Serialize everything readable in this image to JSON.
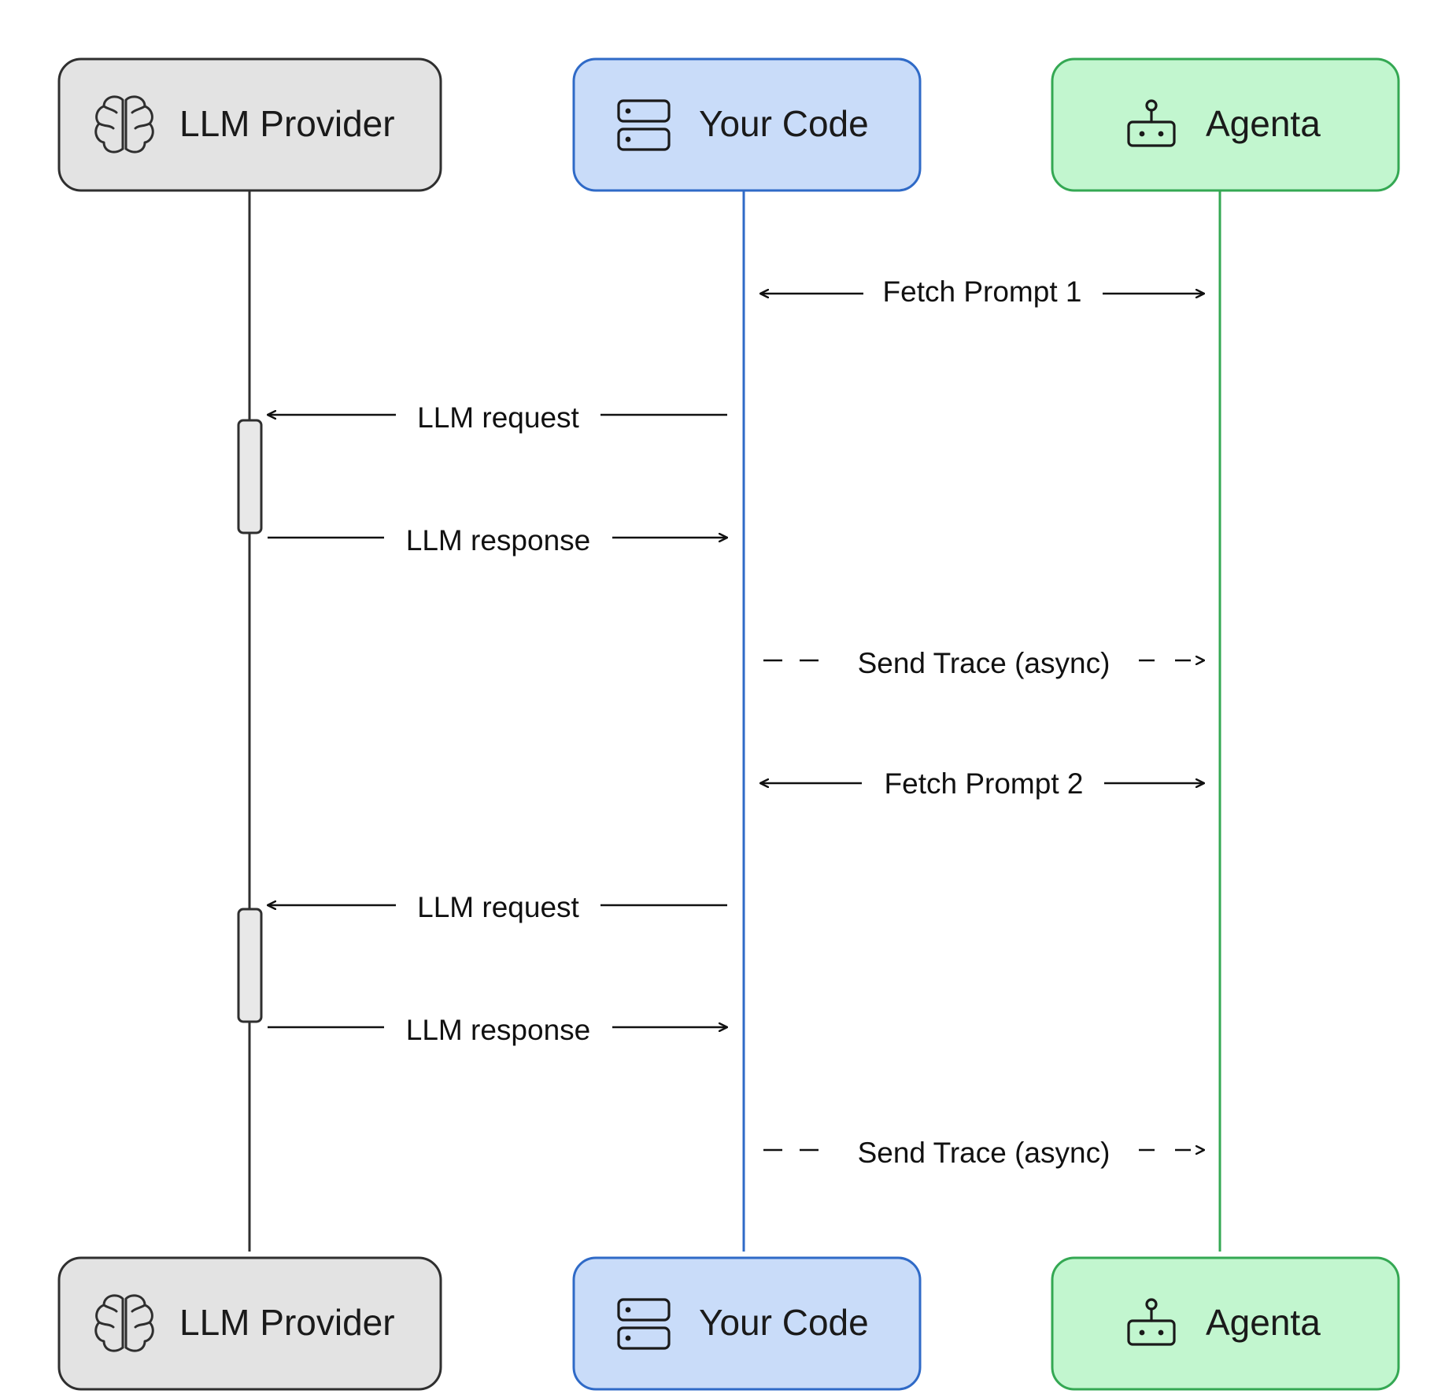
{
  "participants": [
    {
      "id": "llm",
      "label": "LLM Provider",
      "icon": "brain-icon",
      "fill": "#e3e3e3",
      "stroke": "#2f2f2f",
      "line": "#2f2f2f"
    },
    {
      "id": "code",
      "label": "Your Code",
      "icon": "server-icon",
      "fill": "#c9dcf9",
      "stroke": "#2f6ac7",
      "line": "#2f6ac7"
    },
    {
      "id": "agenta",
      "label": "Agenta",
      "icon": "robot-icon",
      "fill": "#c2f6cf",
      "stroke": "#34a853",
      "line": "#34a853"
    }
  ],
  "messages": [
    {
      "label": "Fetch Prompt 1",
      "from": "code",
      "to": "agenta",
      "style": "bidirectional"
    },
    {
      "label": "LLM request",
      "from": "code",
      "to": "llm",
      "style": "solid"
    },
    {
      "label": "LLM response",
      "from": "llm",
      "to": "code",
      "style": "solid"
    },
    {
      "label": "Send Trace (async)",
      "from": "code",
      "to": "agenta",
      "style": "dashed"
    },
    {
      "label": "Fetch Prompt 2",
      "from": "code",
      "to": "agenta",
      "style": "bidirectional"
    },
    {
      "label": "LLM request",
      "from": "code",
      "to": "llm",
      "style": "solid"
    },
    {
      "label": "LLM response",
      "from": "llm",
      "to": "code",
      "style": "solid"
    },
    {
      "label": "Send Trace (async)",
      "from": "code",
      "to": "agenta",
      "style": "dashed"
    }
  ],
  "activations": [
    {
      "participant": "llm",
      "from_message": 1,
      "to_message": 2
    },
    {
      "participant": "llm",
      "from_message": 5,
      "to_message": 6
    }
  ]
}
